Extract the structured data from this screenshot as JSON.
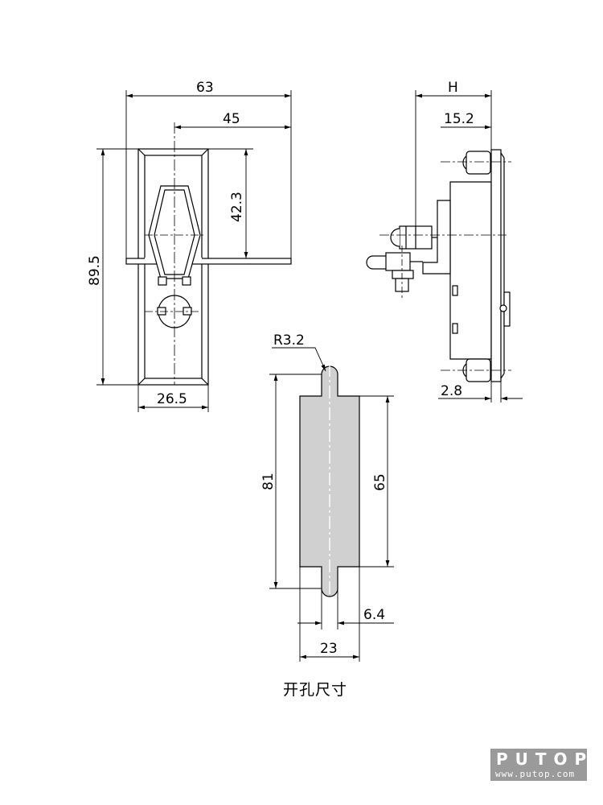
{
  "front_view": {
    "width_total": "63",
    "handle_offset": "45",
    "height_total": "89.5",
    "half_height": "42.3",
    "base_width": "26.5"
  },
  "side_view": {
    "depth": "H",
    "handle_depth": "15.2",
    "panel_thickness": "2.8"
  },
  "cutout": {
    "radius": "R3.2",
    "total_height": "81",
    "body_height": "65",
    "slot_width": "6.4",
    "body_width": "23",
    "caption": "开孔尺寸"
  },
  "logo": {
    "text": "PUTOP",
    "url": "www.putop.com"
  },
  "colors": {
    "line": "#000000",
    "cutout_fill": "#d0d0d0",
    "logo_bg": "#9a9a9a"
  }
}
